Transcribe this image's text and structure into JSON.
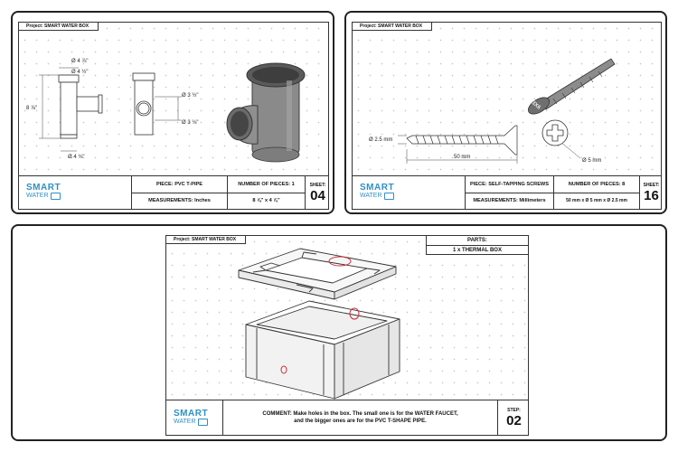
{
  "project_label": "Project: SMART WATER BOX",
  "logo": {
    "smart": "SMART",
    "water": "WATER"
  },
  "sheet1": {
    "piece": "PIECE: PVC T-PIPE",
    "pieces_count": "NUMBER OF PIECES: 1",
    "measurements": "MEASUREMENTS: Inches",
    "size": "8 ⅞\" x 4 ⅞\"",
    "sheet_label": "SHEET:",
    "sheet_number": "04",
    "dims": {
      "d1": "Ø 4 ⅞\"",
      "d2": "Ø 4 ½\"",
      "d3": "Ø 4 ⅛\"",
      "height": "8 ⅞\"",
      "side1": "Ø 3 ½\"",
      "side2": "Ø 3 ⅛\""
    }
  },
  "sheet2": {
    "piece": "PIECE: SELF-TAPPING SCREWS",
    "pieces_count": "NUMBER OF PIECES: 8",
    "measurements": "MEASUREMENTS: Millimeters",
    "size": "50 mm x Ø 5 mm x Ø 2.5 mm",
    "sheet_label": "SHEET:",
    "sheet_number": "16",
    "dims": {
      "shank": "Ø 2.5 mm",
      "length": "50 mm",
      "head": "Ø 5 mm",
      "head_text": "3X6"
    }
  },
  "sheet3": {
    "parts_label": "PARTS:",
    "parts_value": "1 x THERMAL BOX",
    "comment_line1": "COMMENT: Make holes in the box. The small one is for the WATER FAUCET,",
    "comment_line2": "and the bigger ones are for the PVC T-SHAPE PIPE.",
    "step_label": "STEP:",
    "step_number": "02"
  },
  "colors": {
    "brand": "#2f8fc5",
    "hole_marker": "#c8323c",
    "pipe_gray": "#7d7d7d"
  }
}
